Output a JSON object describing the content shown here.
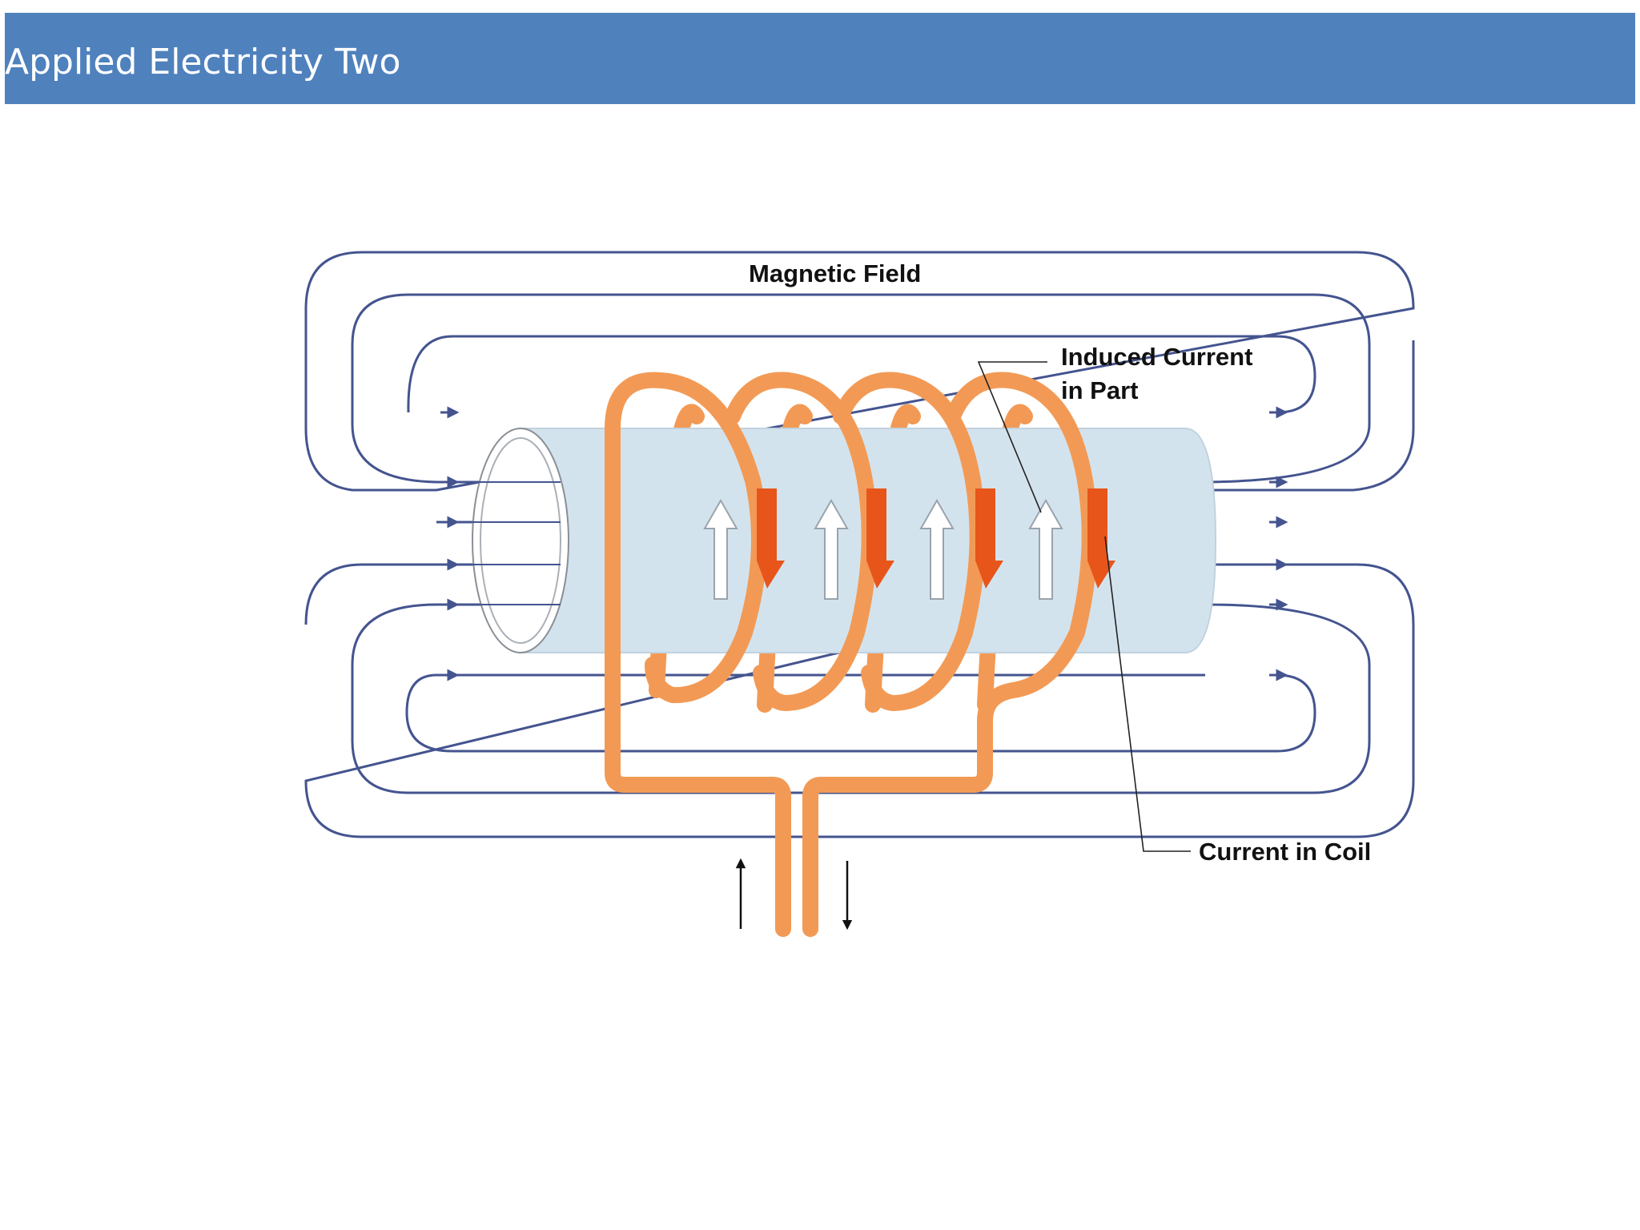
{
  "header": {
    "title": "Applied Electricity Two"
  },
  "diagram": {
    "labels": {
      "magnetic_field": "Magnetic Field",
      "induced_current_line1": "Induced Current",
      "induced_current_line2": "in Part",
      "current_in_coil": "Current in Coil"
    },
    "colors": {
      "header": "#4f81bd",
      "field_lines": "#44548f",
      "coil": "#f29a55",
      "coil_highlight": "#e8551a",
      "workpiece": "#d3e3ee"
    }
  }
}
